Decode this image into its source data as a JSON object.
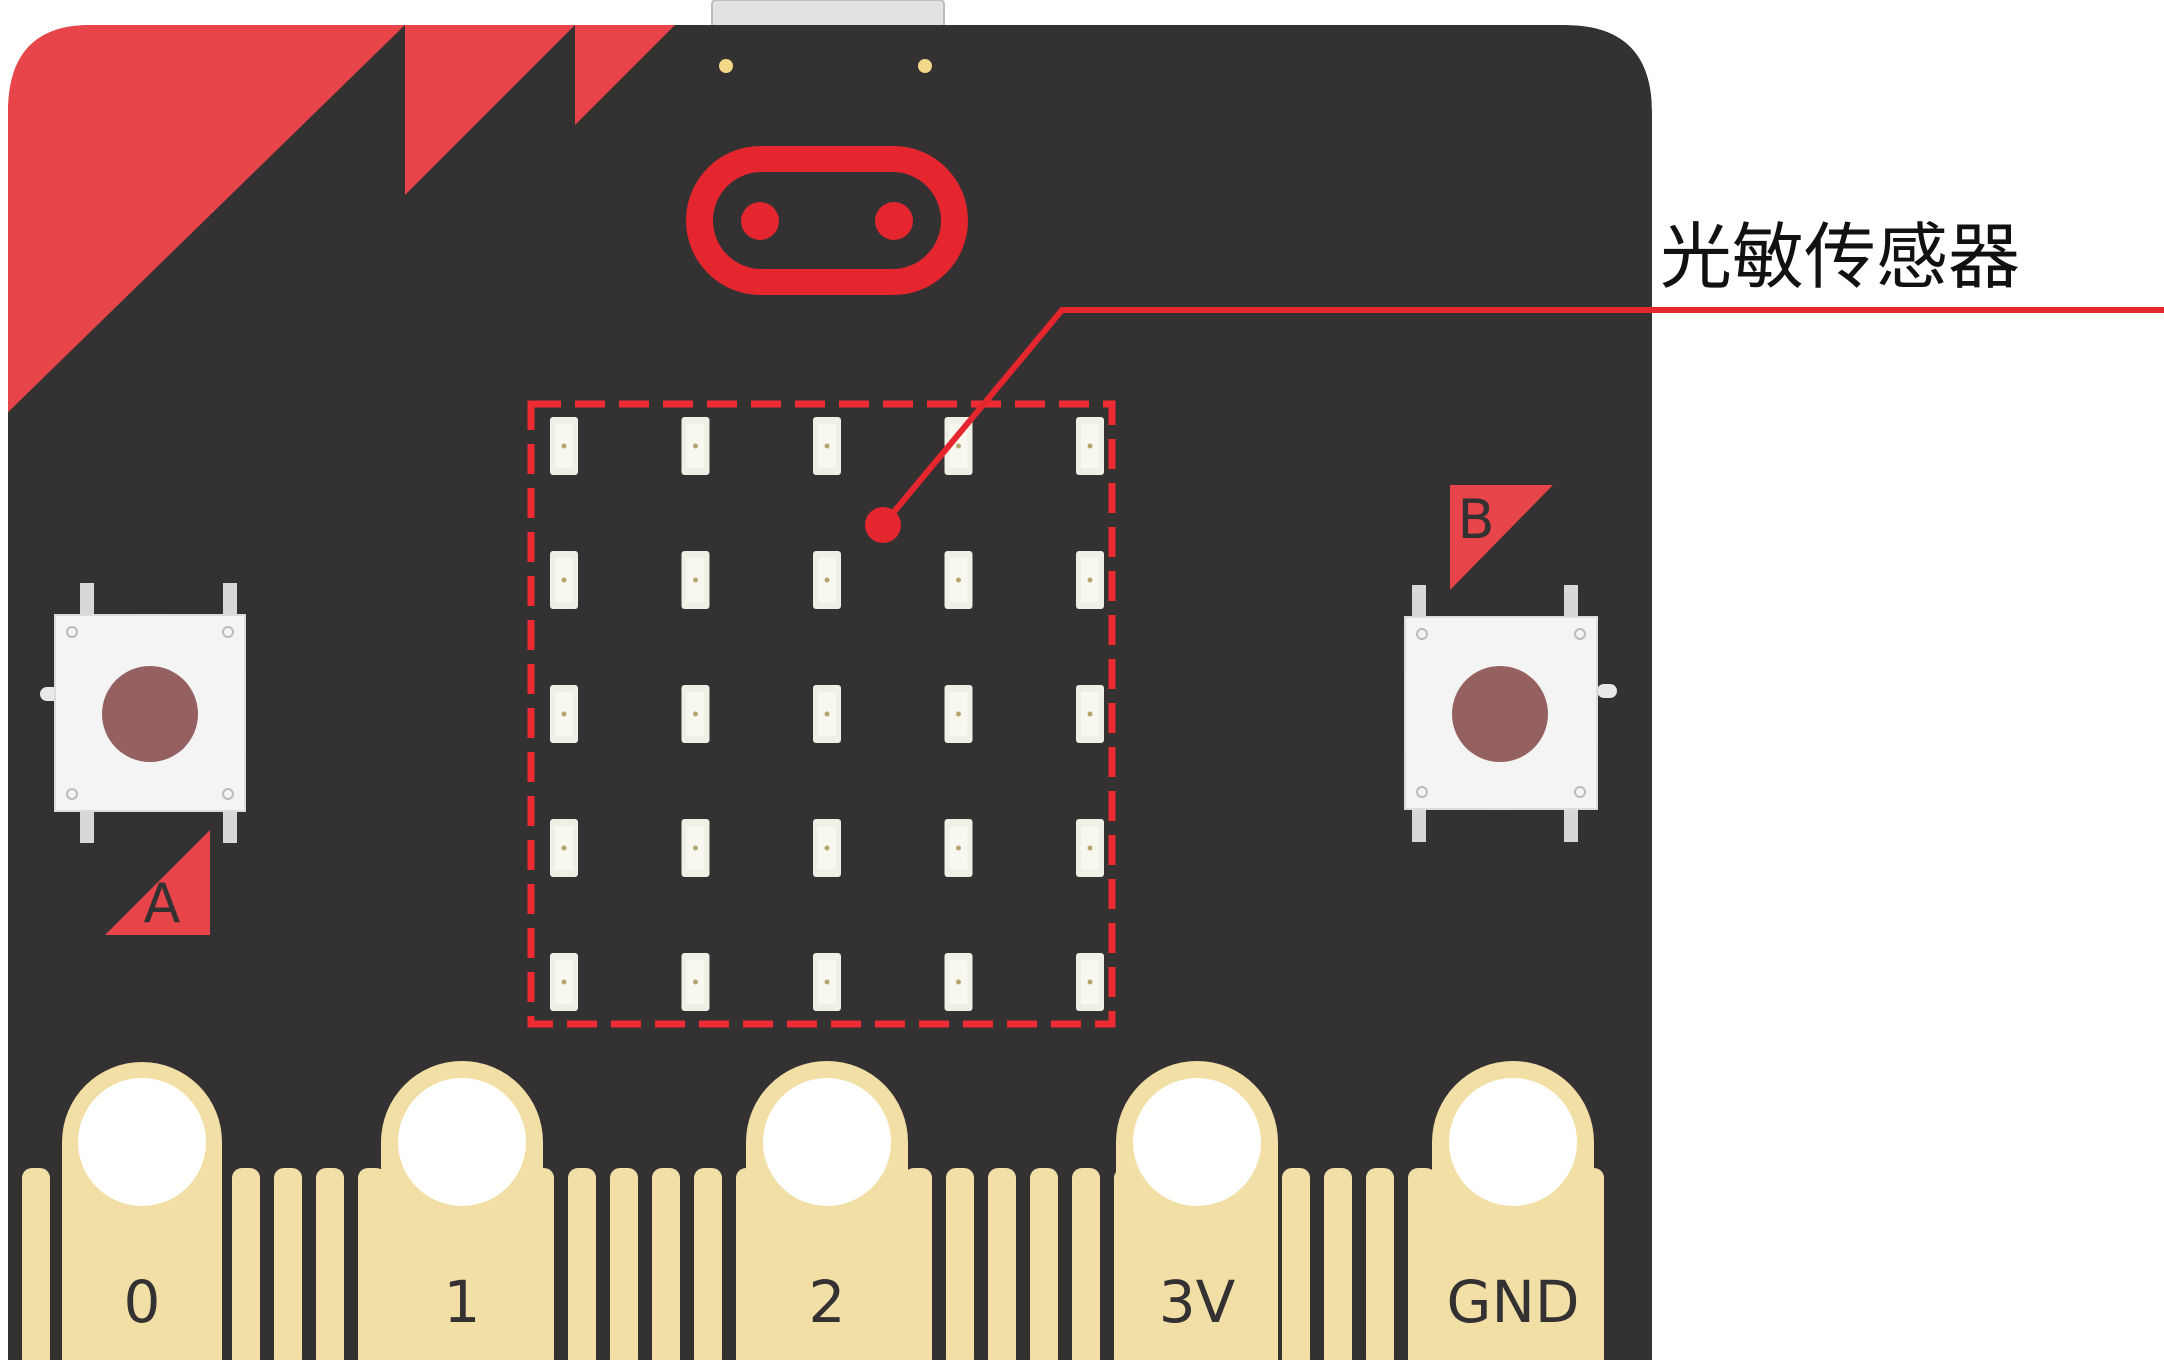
{
  "callout": {
    "label": "光敏传感器",
    "color": "#e5262e"
  },
  "board": {
    "body_color": "#333132",
    "accent_color": "#e8454a",
    "pad_color": "#f2dfa6",
    "button_a_label": "A",
    "button_b_label": "B",
    "pins": [
      {
        "label": "0"
      },
      {
        "label": "1"
      },
      {
        "label": "2"
      },
      {
        "label": "3V"
      },
      {
        "label": "GND"
      }
    ],
    "led_matrix": {
      "rows": 5,
      "cols": 5
    }
  },
  "icons": {
    "led": "led-icon",
    "usb": "usb-connector-icon",
    "logo": "microbit-logo-icon"
  }
}
